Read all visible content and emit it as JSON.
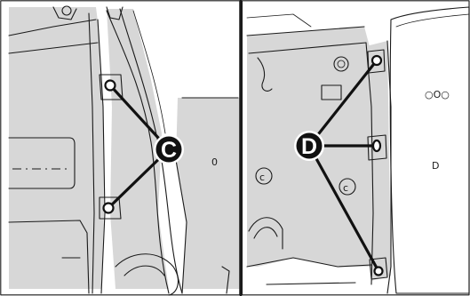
{
  "diagram": {
    "left_panel": {
      "callout_label": "C",
      "fastener_count": 2
    },
    "right_panel": {
      "callout_label": "D",
      "fastener_count": 3
    },
    "colors": {
      "background": "#ffffff",
      "line": "#1a1a1a",
      "shade": "#d7d7d7",
      "callout_fill": "#111111",
      "callout_text": "#ffffff"
    }
  }
}
